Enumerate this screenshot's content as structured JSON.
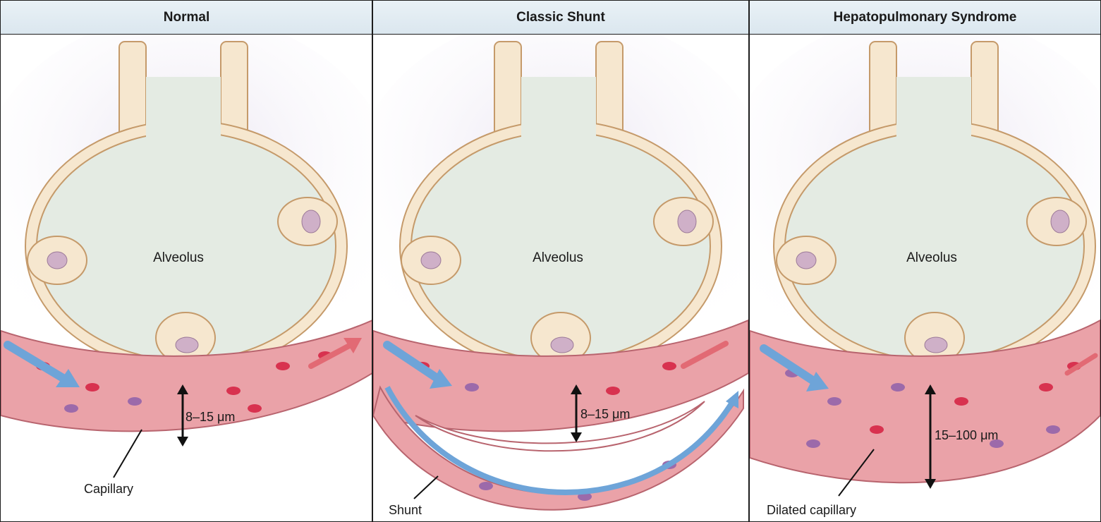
{
  "panels": [
    {
      "title": "Normal",
      "alveolus_label": "Alveolus",
      "measure_label": "8–15 μm",
      "callout_label": "Capillary"
    },
    {
      "title": "Classic Shunt",
      "alveolus_label": "Alveolus",
      "measure_label": "8–15 μm",
      "callout_label": "Shunt"
    },
    {
      "title": "Hepatopulmonary Syndrome",
      "alveolus_label": "Alveolus",
      "measure_label": "15–100 μm",
      "callout_label": "Dilated capillary"
    }
  ],
  "colors": {
    "alveolus_fill": "#e4ebe3",
    "alveolar_wall": "#f6e7cf",
    "wall_outline": "#c59a6a",
    "vessel_fill": "#eaa2a8",
    "vessel_outline": "#b8646e",
    "rbc_red": "#d8324f",
    "rbc_violet": "#9c6aaa",
    "deoxy_arrow": "#6ea4d8",
    "oxy_arrow": "#e26a74",
    "halo": "#e8e2f0"
  }
}
